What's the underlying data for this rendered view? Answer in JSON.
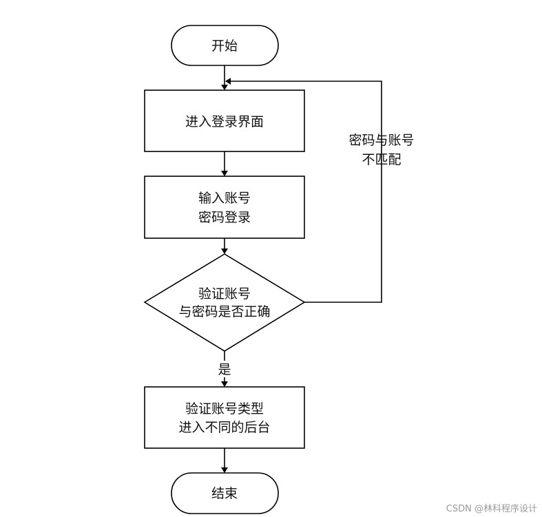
{
  "nodes": {
    "start": {
      "label": "开始"
    },
    "login_screen": {
      "label": "进入登录界面"
    },
    "enter_credentials": {
      "line1": "输入账号",
      "line2": "密码登录"
    },
    "verify_decision": {
      "line1": "验证账号",
      "line2": "与密码是否正确"
    },
    "route_backend": {
      "line1": "验证账号类型",
      "line2": "进入不同的后台"
    },
    "end": {
      "label": "结束"
    }
  },
  "edges": {
    "mismatch": {
      "line1": "密码与账号",
      "line2": "不匹配"
    },
    "yes": {
      "label": "是"
    }
  },
  "watermark": {
    "text": "CSDN @林科程序设计"
  }
}
